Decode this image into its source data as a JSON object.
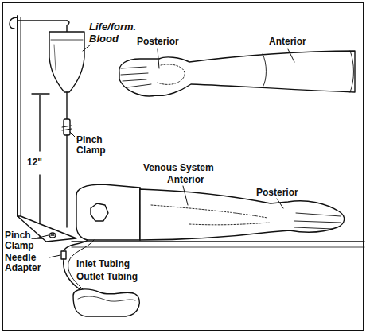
{
  "diagram": {
    "labels": [
      "Life/form. Blood",
      "Posterior",
      "Anterior",
      "Pinch Clamp",
      "Venous System",
      "Anterior",
      "Posterior",
      "12\"",
      "Pinch Clamp",
      "Needle Adapter",
      "Inlet Tubing",
      "Outlet Tubing"
    ]
  }
}
